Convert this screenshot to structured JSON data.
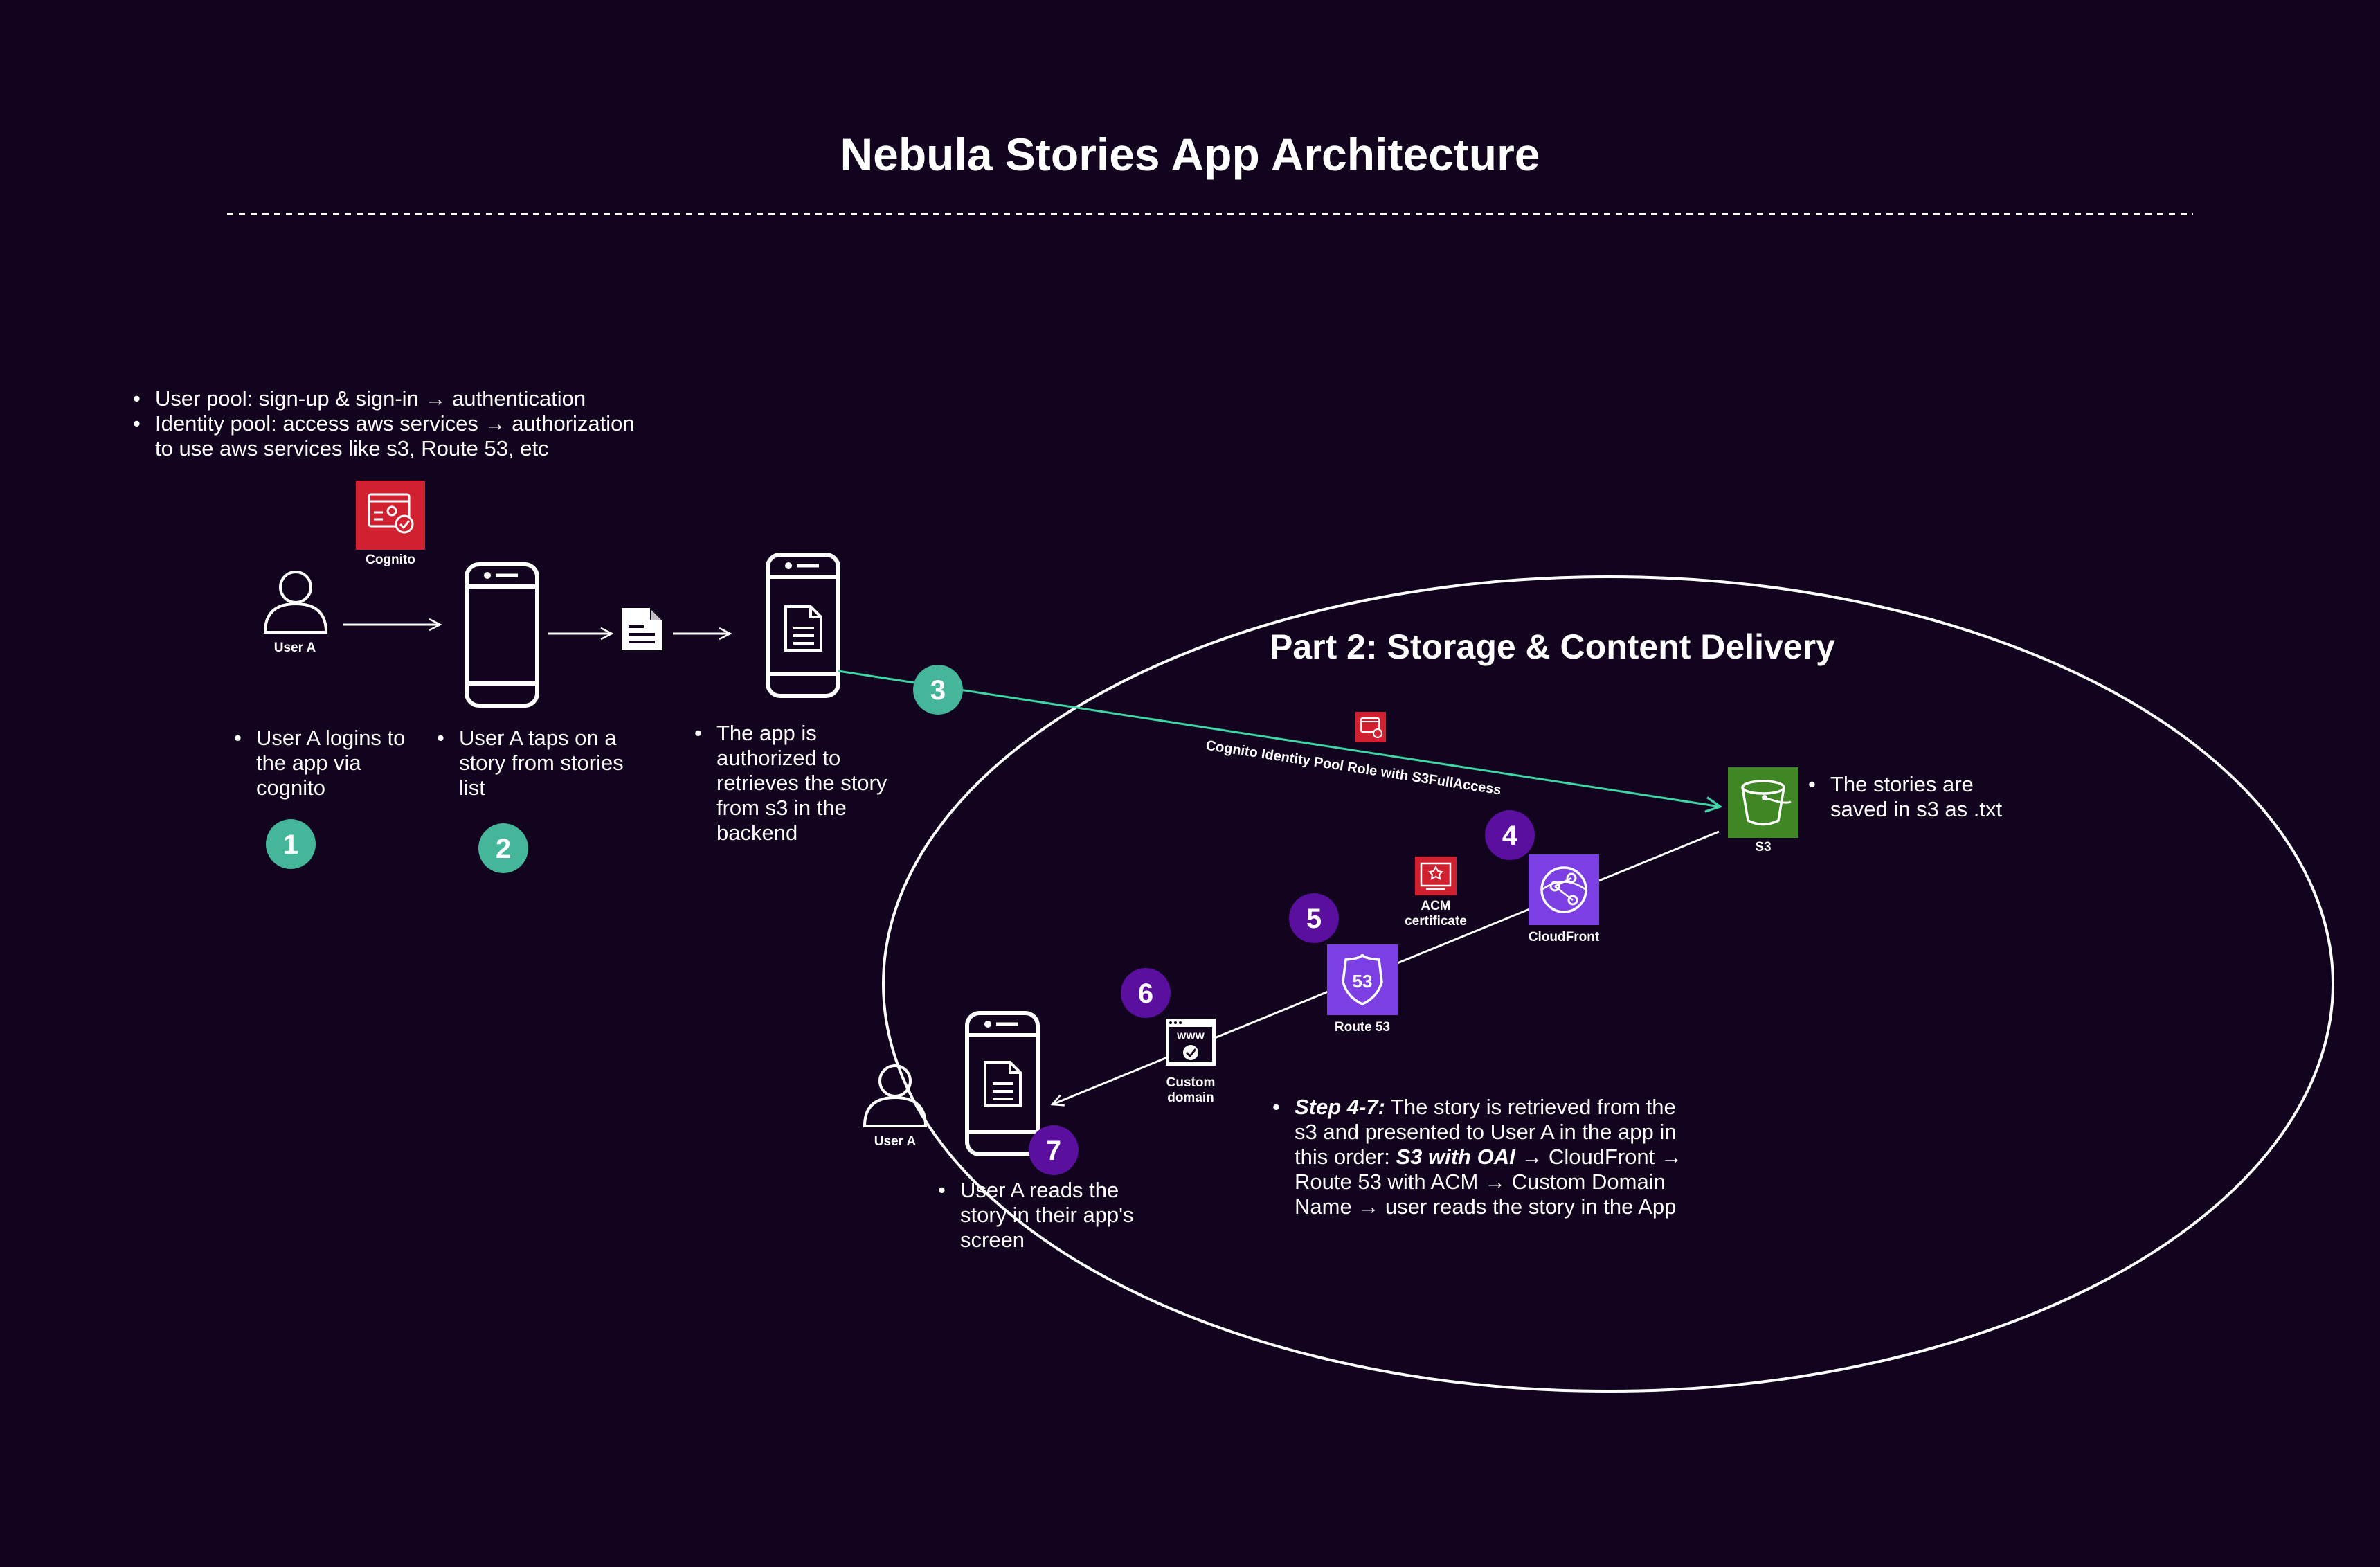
{
  "title": "Nebula Stories App Architecture",
  "part2_title": "Part 2: Storage & Content Delivery",
  "pool_notes": [
    "User pool: sign-up & sign-in → authentication",
    "Identity pool: access aws services → authorization",
    "to use aws services like s3, Route 53, etc"
  ],
  "labels": {
    "cognito": "Cognito",
    "user_a_1": "User A",
    "user_a_2": "User A",
    "s3": "S3",
    "acm_1": "ACM",
    "acm_2": "certificate",
    "cloudfront": "CloudFront",
    "route53": "Route 53",
    "custom_domain_1": "Custom",
    "custom_domain_2": "domain",
    "role": "Cognito Identity Pool Role with S3FullAccess"
  },
  "steps": {
    "s1": "1",
    "s2": "2",
    "s3": "3",
    "s4": "4",
    "s5": "5",
    "s6": "6",
    "s7": "7"
  },
  "notes": {
    "n1": [
      "User A logins to",
      "the app via",
      "cognito"
    ],
    "n2": [
      "User A taps on a",
      "story from stories",
      "list"
    ],
    "n3": [
      "The app is",
      "authorized to",
      "retrieves the story",
      "from s3 in the",
      "backend"
    ],
    "s3_note": [
      "The stories are",
      "saved in s3 as .txt"
    ],
    "n7": [
      "User A reads the",
      "story in their app's",
      "screen"
    ],
    "step47_label": "Step 4-7:",
    "step47_l1": " The story is retrieved from the",
    "step47_l2": "s3 and presented to User A in the app in",
    "step47_l3a": "this order: ",
    "step47_l3b": "S3 with OAI",
    "step47_l3c": " → CloudFront →",
    "step47_l4": "Route 53 with ACM → Custom Domain",
    "step47_l5": "Name → user reads the story in the App"
  },
  "colors": {
    "background": "#12041f",
    "teal": "#45b69a",
    "teal_line": "#3fd6a6",
    "purple_badge": "#5a0f9e",
    "cognito_red": "#d1202f",
    "s3_green": "#3f8624",
    "aws_purple": "#7b3fe4"
  },
  "icons": [
    "user-icon",
    "phone-icon",
    "document-icon",
    "cognito-icon",
    "s3-bucket-icon",
    "cloudfront-icon",
    "route53-icon",
    "acm-certificate-icon",
    "custom-domain-icon"
  ]
}
